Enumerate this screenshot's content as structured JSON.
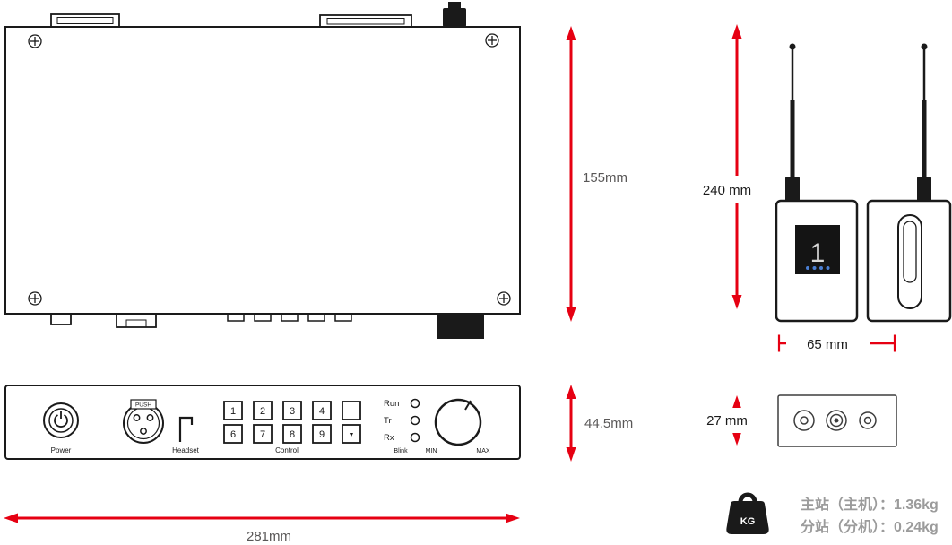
{
  "dimensions": {
    "base_height": "155mm",
    "beltpack_height": "240 mm",
    "beltpack_width": "65 mm",
    "beltpack_depth": "27 mm",
    "panel_height": "44.5mm",
    "base_width": "281mm"
  },
  "front_panel": {
    "power_label": "Power",
    "push_label": "PUSH",
    "headset_label": "Headset",
    "control_label": "Control",
    "buttons_row1": [
      "1",
      "2",
      "3",
      "4"
    ],
    "buttons_row2": [
      "6",
      "7",
      "8",
      "9"
    ],
    "blank_label": "",
    "down_glyph": "▼",
    "indicators": [
      {
        "label": "Run"
      },
      {
        "label": "Tr"
      },
      {
        "label": "Rx"
      }
    ],
    "blink_label": "Blink",
    "min_label": "MIN",
    "max_label": "MAX"
  },
  "beltpack": {
    "display_channel": "1"
  },
  "weight": {
    "kg_label": "KG",
    "line1": "主站（主机）：1.36kg",
    "line2": "分站（分机）：0.24kg"
  },
  "colors": {
    "dimension_red": "#e60012",
    "line_ink": "#1a1a1a",
    "dim_text_gray": "#595757",
    "weight_text_gray": "#9b9b9b",
    "display_blue": "#4a7fd4"
  },
  "icons": {
    "power-icon": "arc with vertical bar power symbol",
    "screw-icon": "circle with cross",
    "weight-kg-icon": "weight shape with KG",
    "antenna-icon": "rod antenna with ball tip",
    "down-arrow-glyph": "▼"
  }
}
